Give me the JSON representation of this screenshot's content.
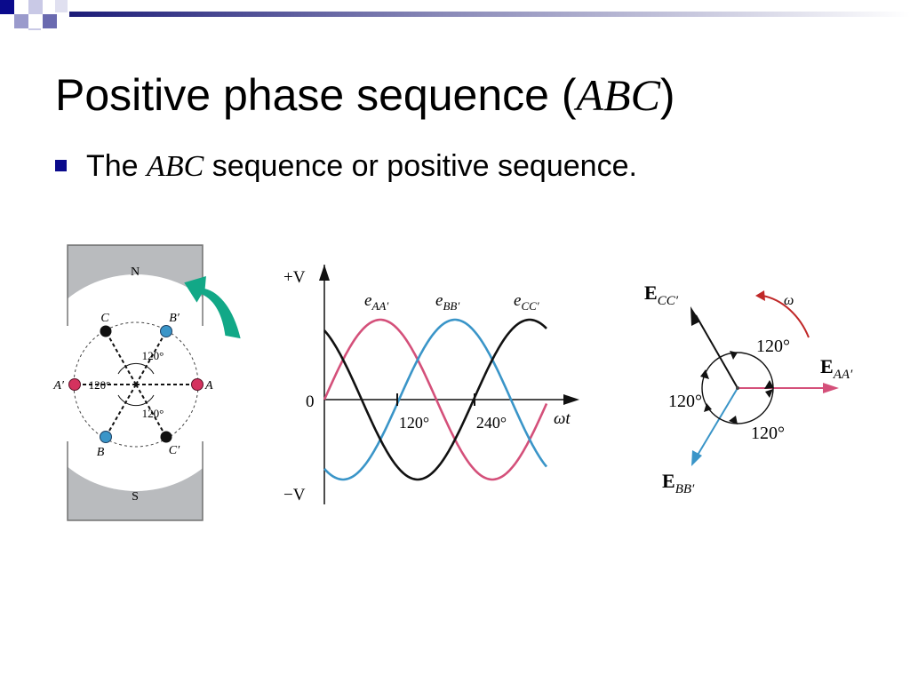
{
  "slide": {
    "title_prefix": "Positive phase sequence (",
    "title_italic": "ABC",
    "title_suffix": ")",
    "bullet_prefix": "The ",
    "bullet_italic": "ABC",
    "bullet_suffix": " sequence or positive sequence."
  },
  "generator": {
    "pole_top": "N",
    "pole_bottom": "S",
    "coil_labels": [
      "C",
      "B′",
      "A′",
      "A",
      "B",
      "C′"
    ],
    "angle_labels": [
      "120°",
      "120°",
      "120°"
    ]
  },
  "waveform": {
    "y_plus": "+V",
    "y_minus": "−V",
    "origin": "0",
    "x_label": "ωt",
    "tick_labels": [
      "120°",
      "240°"
    ],
    "series_labels": [
      {
        "base": "e",
        "sub": "AA′"
      },
      {
        "base": "e",
        "sub": "BB′"
      },
      {
        "base": "e",
        "sub": "CC′"
      }
    ]
  },
  "phasor": {
    "labels": [
      {
        "base": "E",
        "sub": "CC′"
      },
      {
        "base": "E",
        "sub": "AA′"
      },
      {
        "base": "E",
        "sub": "BB′"
      }
    ],
    "omega": "ω",
    "angle_labels": [
      "120°",
      "120°",
      "120°"
    ]
  },
  "colors": {
    "accent_navy": "#0a0a8c",
    "phase_a": "#d4507a",
    "phase_b": "#3a95c8",
    "phase_c": "#111111",
    "arrow_green": "#12a887",
    "pole_gray": "#b9bbbe",
    "omega_arrow": "#c02828"
  }
}
